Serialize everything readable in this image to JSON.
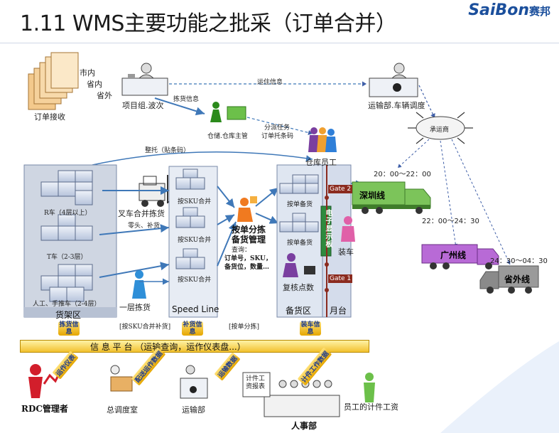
{
  "title": "1.11 WMS主要功能之批采（订单合并）",
  "logo": {
    "latin": "SaiBon",
    "cn": "赛邦"
  },
  "top": {
    "order_origins": [
      "市内",
      "省内",
      "省外"
    ],
    "order_receive": "订单接收",
    "project_group": "项目组.波次",
    "transport_info": "运住信息",
    "transport_dept": "运输部.车辆调度",
    "pick_info": "拣货信息",
    "warehouse_mgr": "仓储.仓库主管",
    "dispatch_task_1": "分派任务",
    "dispatch_task_2": "订单托条码",
    "carrier": "承运商",
    "warehouse_staff": "仓库员工",
    "pallet_barcode": "整托（贴条码）"
  },
  "zones": {
    "rack_zone": "货架区",
    "r_car": "R车（4层以上）",
    "t_car": "T车（2-3层）",
    "manual": "人工、手推车（2-4层）",
    "forklift": "叉车合并拣货",
    "forklift_sub": "零头、补货",
    "floor_pick": "一层拣货",
    "speed_line": "Speed Line",
    "sku_merge": "按SKU合并",
    "sort_title_1": "按单分拣",
    "sort_title_2": "备货管理",
    "sort_query": "查询：",
    "sort_details_1": "订单号，SKU，",
    "sort_details_2": "备货位，数量…",
    "staging_zone": "备货区",
    "platform_zone": "月台",
    "by_order_stage": "按单备货",
    "recheck": "复核点数",
    "gate_2": "Gate 2",
    "gate_1": "Gate 1",
    "e_board": "电子显示板",
    "loading": "装车",
    "flow_sku": "[按SKU合并补货]",
    "flow_order": "[按单分拣]"
  },
  "routes": [
    {
      "name": "深圳线",
      "time": "20：00～22：00",
      "color": "#7cc45a"
    },
    {
      "name": "广州线",
      "time": "22：00～24：30",
      "color": "#b86ad6"
    },
    {
      "name": "省外线",
      "time": "24：30～04：30",
      "color": "#7a7a7a"
    }
  ],
  "platform": {
    "label": "信  息  平  台 （运输查询，运作仪表盘...）",
    "badges": [
      "拣货信息",
      "补货信息",
      "装车信息"
    ]
  },
  "bottom": {
    "rdc": "RDC管理者",
    "dispatch_room": "总调度室",
    "transport": "运输部",
    "hr": "人事部",
    "wage_table": "计件工资报表",
    "staff_wage": "员工的计件工资",
    "diag_labels": [
      "运作仪表",
      "配送运作数据",
      "运输数据",
      "计件工作数据"
    ]
  },
  "colors": {
    "flow_arrow": "#3f78b8",
    "dashed_arrow": "#3f78b8",
    "rack_bg": "#cfd6e2",
    "box_fill": "#c9d4e6",
    "speed_line_bg": "#e7ecf4",
    "platform_fill": "#f2c12e"
  }
}
